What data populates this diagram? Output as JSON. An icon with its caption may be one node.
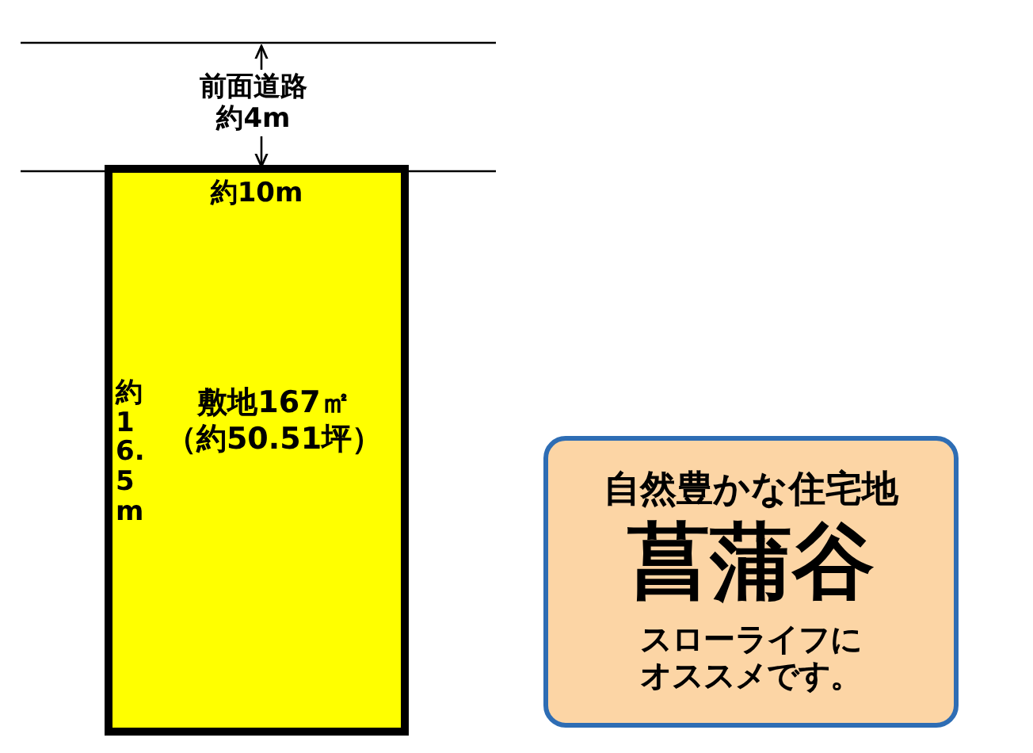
{
  "diagram": {
    "nodes": [
      {
        "text": [
          "約10m",
          "約16.5m",
          "敷地167㎡",
          "（約50.51坪）"
        ]
      },
      {
        "text": [
          "自然豊かな住宅地",
          "菖蒲谷",
          "スローライフにオススメです。"
        ]
      }
    ],
    "labels": [
      "前面道路",
      "約4m"
    ]
  }
}
